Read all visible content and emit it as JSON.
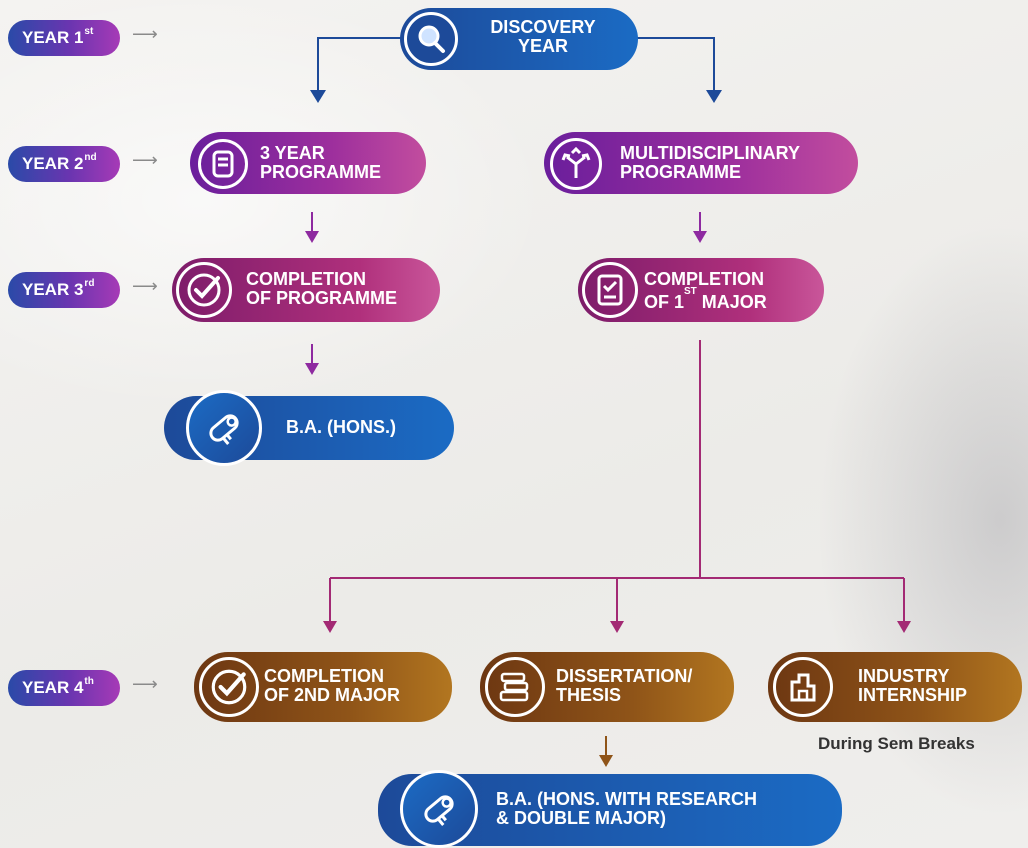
{
  "colors": {
    "blue": "#1d4a99",
    "purple": "#8e2aa0",
    "plum": "#a32a74",
    "brown": "#8f5418",
    "year_badge": "#5b3ab0"
  },
  "years": [
    {
      "main": "YEAR 1",
      "sup": "st"
    },
    {
      "main": "YEAR 2",
      "sup": "nd"
    },
    {
      "main": "YEAR 3",
      "sup": "rd"
    },
    {
      "main": "YEAR 4",
      "sup": "th"
    }
  ],
  "nodes": {
    "discovery": {
      "line1": "DISCOVERY",
      "line2": "YEAR",
      "icon": "magnifier-icon"
    },
    "three_year": {
      "line1": "3 YEAR",
      "line2": "PROGRAMME",
      "icon": "document-icon"
    },
    "multi": {
      "line1": "MULTIDISCIPLINARY",
      "line2": "PROGRAMME",
      "icon": "split-arrows-icon"
    },
    "completion_prog": {
      "line1": "COMPLETION",
      "line2": "OF PROGRAMME",
      "icon": "checkmark-circle-icon"
    },
    "completion_1st": {
      "line1": "COMPLETION",
      "line2_pre": "OF 1",
      "line2_sup": "ST",
      "line2_post": " MAJOR",
      "icon": "checklist-icon"
    },
    "ba_hons": {
      "line1": "B.A. (HONS.)",
      "icon": "diploma-scroll-icon"
    },
    "completion_2nd": {
      "line1": "COMPLETION",
      "line2": "OF 2ND MAJOR",
      "icon": "checkmark-circle-icon"
    },
    "dissertation": {
      "line1": "DISSERTATION/",
      "line2": "THESIS",
      "icon": "books-icon"
    },
    "internship": {
      "line1": "INDUSTRY",
      "line2": "INTERNSHIP",
      "icon": "factory-icon",
      "caption": "During Sem Breaks"
    },
    "ba_research": {
      "line1": "B.A. (HONS. WITH RESEARCH",
      "line2": "& DOUBLE MAJOR)",
      "icon": "diploma-scroll-icon"
    }
  }
}
